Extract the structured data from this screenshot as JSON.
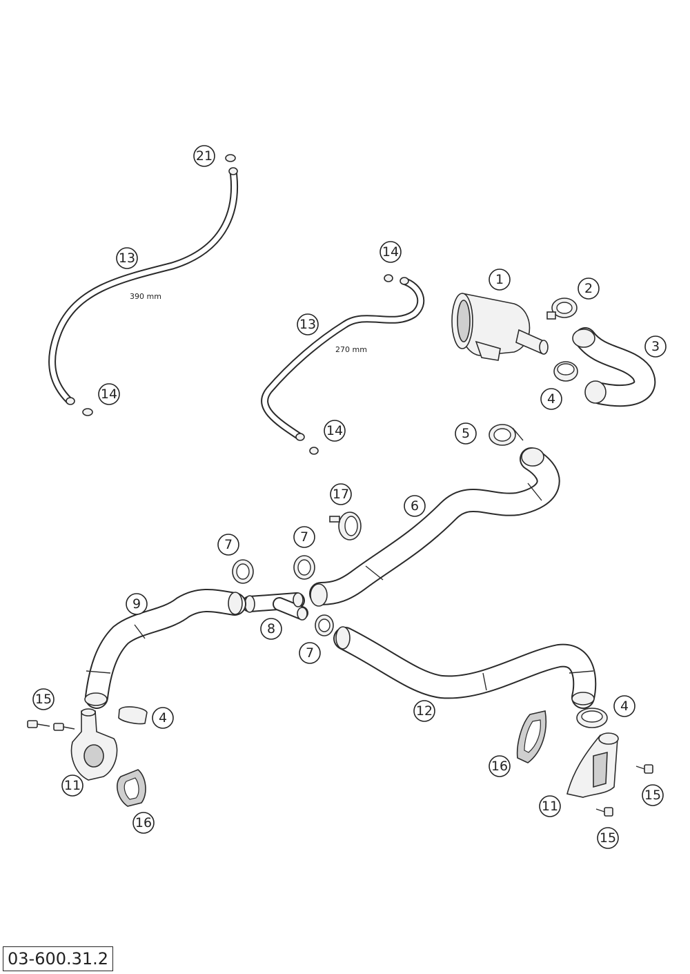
{
  "diagram_code": "03-600.31.2",
  "dimensions": {
    "hose_long": "390 mm",
    "hose_short": "270 mm"
  },
  "callouts": {
    "c1": "1",
    "c2": "2",
    "c3": "3",
    "c4a": "4",
    "c4b": "4",
    "c4c": "4",
    "c5": "5",
    "c6": "6",
    "c7a": "7",
    "c7b": "7",
    "c7c": "7",
    "c8": "8",
    "c9": "9",
    "c11a": "11",
    "c11b": "11",
    "c12": "12",
    "c13a": "13",
    "c13b": "13",
    "c14a": "14",
    "c14b": "14",
    "c14c": "14",
    "c15a": "15",
    "c15b": "15",
    "c15c": "15",
    "c16a": "16",
    "c16b": "16",
    "c17": "17",
    "c21": "21"
  },
  "colors": {
    "line": "#2a2a2a",
    "fill": "#ffffff"
  }
}
